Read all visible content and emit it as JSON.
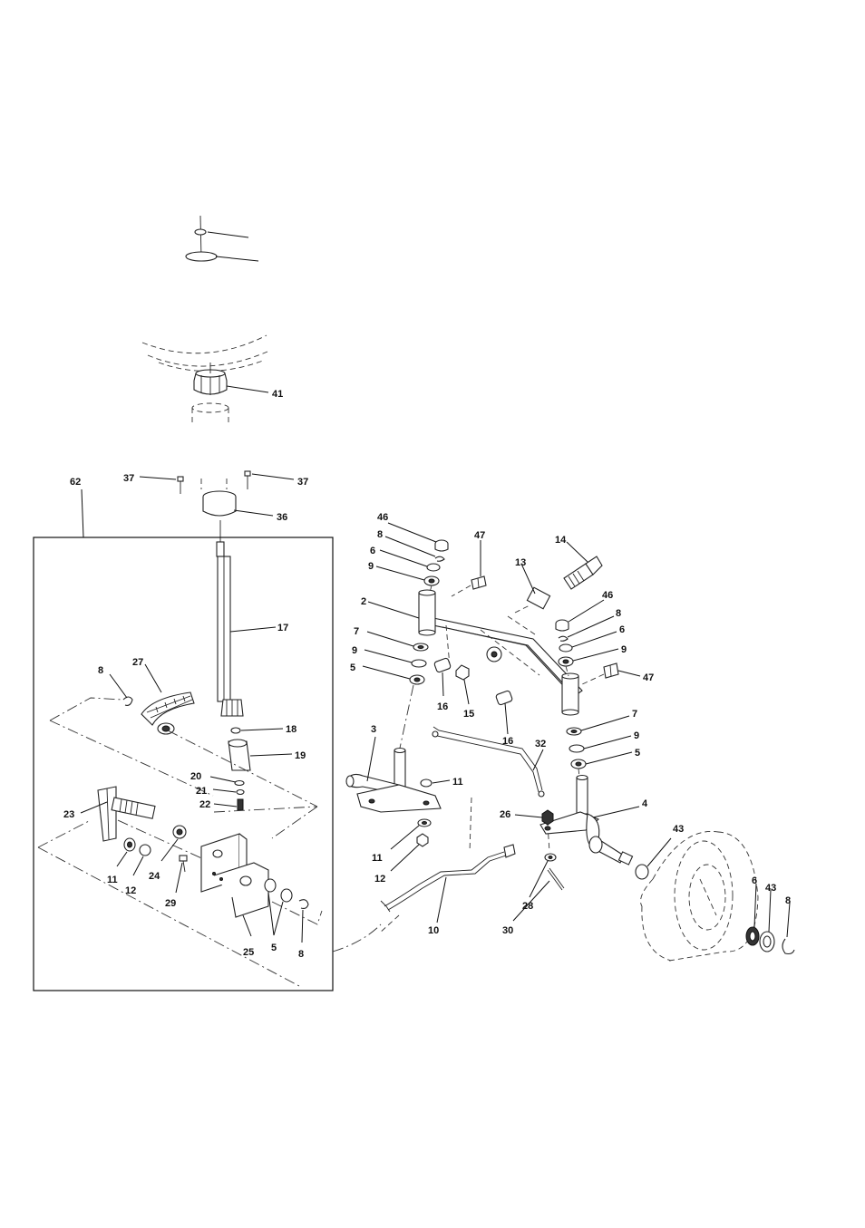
{
  "diagram": {
    "callouts": [
      {
        "id": "c-62",
        "text": "62"
      },
      {
        "id": "c-37a",
        "text": "37"
      },
      {
        "id": "c-37b",
        "text": "37"
      },
      {
        "id": "c-36",
        "text": "36"
      },
      {
        "id": "c-41",
        "text": "41"
      },
      {
        "id": "c-17",
        "text": "17"
      },
      {
        "id": "c-18",
        "text": "18"
      },
      {
        "id": "c-19",
        "text": "19"
      },
      {
        "id": "c-20",
        "text": "20"
      },
      {
        "id": "c-21",
        "text": "21"
      },
      {
        "id": "c-22",
        "text": "22"
      },
      {
        "id": "c-27",
        "text": "27"
      },
      {
        "id": "c-8a",
        "text": "8"
      },
      {
        "id": "c-23",
        "text": "23"
      },
      {
        "id": "c-11a",
        "text": "11"
      },
      {
        "id": "c-12a",
        "text": "12"
      },
      {
        "id": "c-24",
        "text": "24"
      },
      {
        "id": "c-29",
        "text": "29"
      },
      {
        "id": "c-25",
        "text": "25"
      },
      {
        "id": "c-5a",
        "text": "5"
      },
      {
        "id": "c-8b",
        "text": "8"
      },
      {
        "id": "c-46a",
        "text": "46"
      },
      {
        "id": "c-8c",
        "text": "8"
      },
      {
        "id": "c-6a",
        "text": "6"
      },
      {
        "id": "c-9a",
        "text": "9"
      },
      {
        "id": "c-47a",
        "text": "47"
      },
      {
        "id": "c-13",
        "text": "13"
      },
      {
        "id": "c-14",
        "text": "14"
      },
      {
        "id": "c-2",
        "text": "2"
      },
      {
        "id": "c-7a",
        "text": "7"
      },
      {
        "id": "c-9b",
        "text": "9"
      },
      {
        "id": "c-5b",
        "text": "5"
      },
      {
        "id": "c-16a",
        "text": "16"
      },
      {
        "id": "c-15",
        "text": "15"
      },
      {
        "id": "c-16b",
        "text": "16"
      },
      {
        "id": "c-46b",
        "text": "46"
      },
      {
        "id": "c-8d",
        "text": "8"
      },
      {
        "id": "c-6b",
        "text": "6"
      },
      {
        "id": "c-9c",
        "text": "9"
      },
      {
        "id": "c-47b",
        "text": "47"
      },
      {
        "id": "c-7b",
        "text": "7"
      },
      {
        "id": "c-9d",
        "text": "9"
      },
      {
        "id": "c-5c",
        "text": "5"
      },
      {
        "id": "c-3",
        "text": "3"
      },
      {
        "id": "c-11b",
        "text": "11"
      },
      {
        "id": "c-32",
        "text": "32"
      },
      {
        "id": "c-26",
        "text": "26"
      },
      {
        "id": "c-4",
        "text": "4"
      },
      {
        "id": "c-11c",
        "text": "11"
      },
      {
        "id": "c-12b",
        "text": "12"
      },
      {
        "id": "c-10",
        "text": "10"
      },
      {
        "id": "c-28",
        "text": "28"
      },
      {
        "id": "c-30",
        "text": "30"
      },
      {
        "id": "c-43a",
        "text": "43"
      },
      {
        "id": "c-6c",
        "text": "6"
      },
      {
        "id": "c-43b",
        "text": "43"
      },
      {
        "id": "c-8e",
        "text": "8"
      }
    ]
  }
}
